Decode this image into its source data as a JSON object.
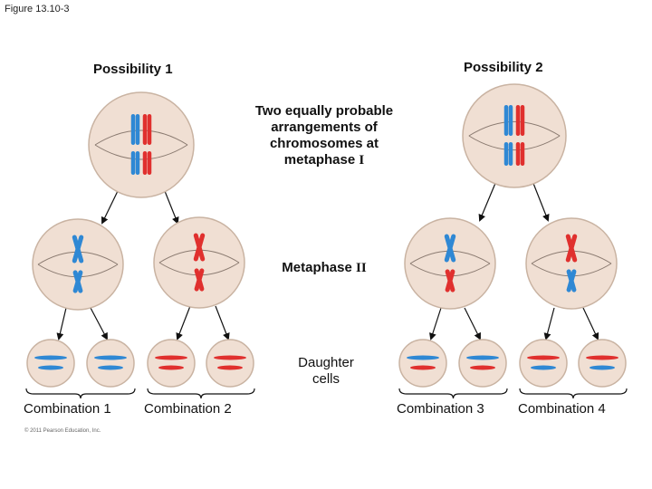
{
  "figure_number": "Figure 13.10-3",
  "possibility_1": "Possibility 1",
  "possibility_2": "Possibility 2",
  "metaphase_I_label": {
    "lines": [
      "Two equally probable",
      "arrangements of",
      "chromosomes at"
    ],
    "last_prefix": "metaphase ",
    "roman": "I"
  },
  "metaphase_II_label": {
    "prefix": "Metaphase ",
    "roman": "II"
  },
  "daughter_cells_label": {
    "lines": [
      "Daughter",
      "cells"
    ]
  },
  "combinations": [
    "Combination 1",
    "Combination 2",
    "Combination 3",
    "Combination 4"
  ],
  "copyright": "© 2011 Pearson Education, Inc.",
  "colors": {
    "cell_fill": "#f0dfd3",
    "cell_stroke": "#c9b3a2",
    "blue_chromosome": "#2f88d4",
    "red_chromosome": "#e0302e",
    "spindle": "#8a7a70",
    "arrow": "#111111"
  }
}
